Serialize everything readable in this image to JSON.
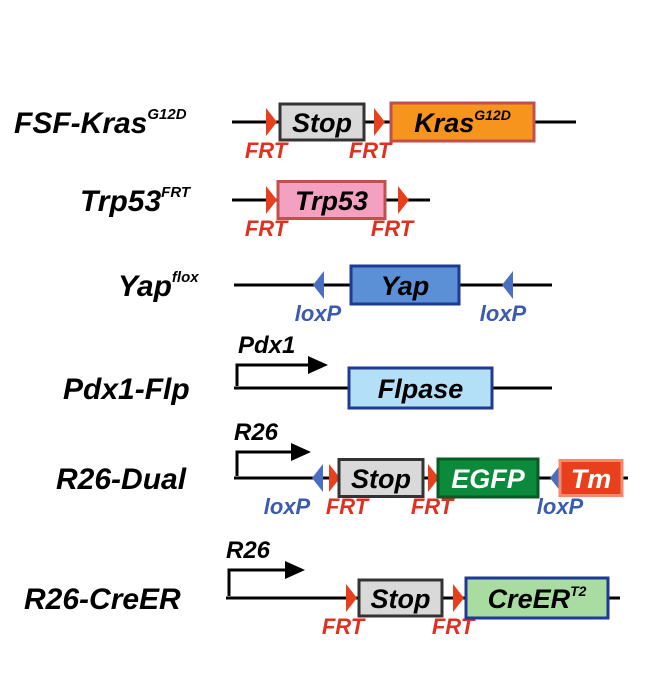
{
  "constructs": [
    {
      "name": "FSF-Kras",
      "name_sup": "G12D",
      "elements": [
        {
          "kind": "frt",
          "label": "FRT"
        },
        {
          "kind": "box",
          "label": "Stop",
          "fill": "#d9d9d9",
          "stroke": "#333333"
        },
        {
          "kind": "frt",
          "label": "FRT"
        },
        {
          "kind": "box",
          "label": "Kras",
          "label_sup": "G12D",
          "fill": "#f7941d",
          "stroke": "#c0504d"
        }
      ]
    },
    {
      "name": "Trp53",
      "name_sup": "FRT",
      "elements": [
        {
          "kind": "frt",
          "label": "FRT"
        },
        {
          "kind": "box",
          "label": "Trp53",
          "fill": "#f4a0c0",
          "stroke": "#c0504d"
        },
        {
          "kind": "frt",
          "label": "FRT"
        }
      ]
    },
    {
      "name": "Yap",
      "name_sup": "flox",
      "elements": [
        {
          "kind": "loxp",
          "label": "loxP"
        },
        {
          "kind": "box",
          "label": "Yap",
          "fill": "#5b8fd6",
          "stroke": "#1f3a93"
        },
        {
          "kind": "loxp",
          "label": "loxP"
        }
      ]
    },
    {
      "name": "Pdx1-Flp",
      "promoter": "Pdx1",
      "elements": [
        {
          "kind": "box",
          "label": "Flpase",
          "fill": "#b3e0f7",
          "stroke": "#1f3a93"
        }
      ]
    },
    {
      "name": "R26-Dual",
      "promoter": "R26",
      "elements": [
        {
          "kind": "loxp",
          "label": "loxP"
        },
        {
          "kind": "frt",
          "label": "FRT"
        },
        {
          "kind": "box",
          "label": "Stop",
          "fill": "#d9d9d9",
          "stroke": "#333333"
        },
        {
          "kind": "frt",
          "label": "FRT"
        },
        {
          "kind": "box",
          "label": "EGFP",
          "fill": "#0a8a3a",
          "stroke": "#0a5a25",
          "text_color": "#ffffff"
        },
        {
          "kind": "loxp",
          "label": "loxP"
        },
        {
          "kind": "box",
          "label": "Tm",
          "fill": "#e8401c",
          "stroke": "#f28a70",
          "text_color": "#ffffff"
        }
      ]
    },
    {
      "name": "R26-CreER",
      "promoter": "R26",
      "elements": [
        {
          "kind": "frt",
          "label": "FRT"
        },
        {
          "kind": "box",
          "label": "Stop",
          "fill": "#d9d9d9",
          "stroke": "#333333"
        },
        {
          "kind": "frt",
          "label": "FRT"
        },
        {
          "kind": "box",
          "label": "CreER",
          "label_sup": "T2",
          "fill": "#a8dca0",
          "stroke": "#1f3a93"
        }
      ]
    }
  ],
  "colors": {
    "frt": "#e8401c",
    "loxp": "#4a6fc0",
    "frt_label": "#e03020",
    "loxp_label": "#3a5bb0",
    "line": "#000000",
    "text": "#000000"
  }
}
